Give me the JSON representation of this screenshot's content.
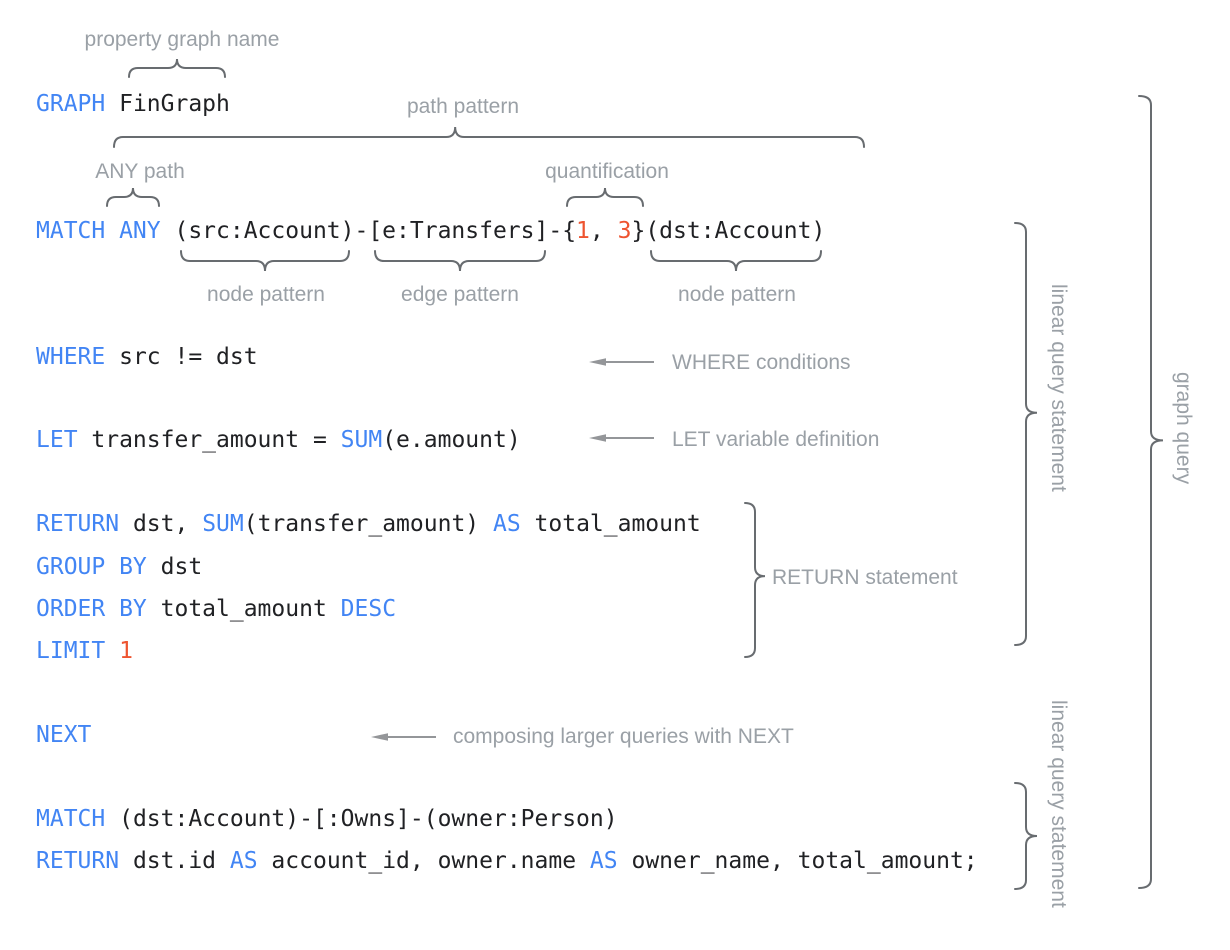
{
  "colors": {
    "keyword": "#4285f4",
    "plain_code": "#202124",
    "number": "#ee5430",
    "label": "#9aa0a6",
    "brace": "#686c70",
    "arrow": "#949699",
    "background": "#ffffff"
  },
  "code_lines": {
    "graph": [
      {
        "c": "k",
        "t": "GRAPH"
      },
      {
        "c": "p",
        "t": " FinGraph"
      }
    ],
    "match1": [
      {
        "c": "k",
        "t": "MATCH ANY"
      },
      {
        "c": "p",
        "t": " (src:Account)-[e:Transfers]-{"
      },
      {
        "c": "n",
        "t": "1"
      },
      {
        "c": "p",
        "t": ", "
      },
      {
        "c": "n",
        "t": "3"
      },
      {
        "c": "p",
        "t": "}(dst:Account)"
      }
    ],
    "where": [
      {
        "c": "k",
        "t": "WHERE"
      },
      {
        "c": "p",
        "t": " src != dst"
      }
    ],
    "let": [
      {
        "c": "k",
        "t": "LET"
      },
      {
        "c": "p",
        "t": " transfer_amount = "
      },
      {
        "c": "k",
        "t": "SUM"
      },
      {
        "c": "p",
        "t": "(e.amount)"
      }
    ],
    "return1": [
      {
        "c": "k",
        "t": "RETURN"
      },
      {
        "c": "p",
        "t": " dst, "
      },
      {
        "c": "k",
        "t": "SUM"
      },
      {
        "c": "p",
        "t": "(transfer_amount) "
      },
      {
        "c": "k",
        "t": "AS"
      },
      {
        "c": "p",
        "t": " total_amount"
      }
    ],
    "group": [
      {
        "c": "k",
        "t": "GROUP BY"
      },
      {
        "c": "p",
        "t": " dst"
      }
    ],
    "order": [
      {
        "c": "k",
        "t": "ORDER BY"
      },
      {
        "c": "p",
        "t": " total_amount "
      },
      {
        "c": "k",
        "t": "DESC"
      }
    ],
    "limit": [
      {
        "c": "k",
        "t": "LIMIT"
      },
      {
        "c": "p",
        "t": " "
      },
      {
        "c": "n",
        "t": "1"
      }
    ],
    "next": [
      {
        "c": "k",
        "t": "NEXT"
      }
    ],
    "match2": [
      {
        "c": "k",
        "t": "MATCH"
      },
      {
        "c": "p",
        "t": " (dst:Account)-[:Owns]-(owner:Person)"
      }
    ],
    "return2": [
      {
        "c": "k",
        "t": "RETURN"
      },
      {
        "c": "p",
        "t": " dst.id "
      },
      {
        "c": "k",
        "t": "AS"
      },
      {
        "c": "p",
        "t": " account_id, owner.name "
      },
      {
        "c": "k",
        "t": "AS"
      },
      {
        "c": "p",
        "t": " owner_name, total_amount;"
      }
    ]
  },
  "annotations": {
    "property_graph_name": "property graph name",
    "path_pattern": "path pattern",
    "any_path": "ANY path",
    "quantification": "quantification",
    "node_pattern_left": "node pattern",
    "edge_pattern": "edge pattern",
    "node_pattern_right": "node pattern",
    "where_conditions": "WHERE conditions",
    "let_variable_definition": "LET variable definition",
    "return_statement": "RETURN statement",
    "composing_with_next": "composing larger queries with NEXT",
    "linear_query_statement_top": "linear query statement",
    "linear_query_statement_bottom": "linear query statement",
    "graph_query": "graph query"
  }
}
